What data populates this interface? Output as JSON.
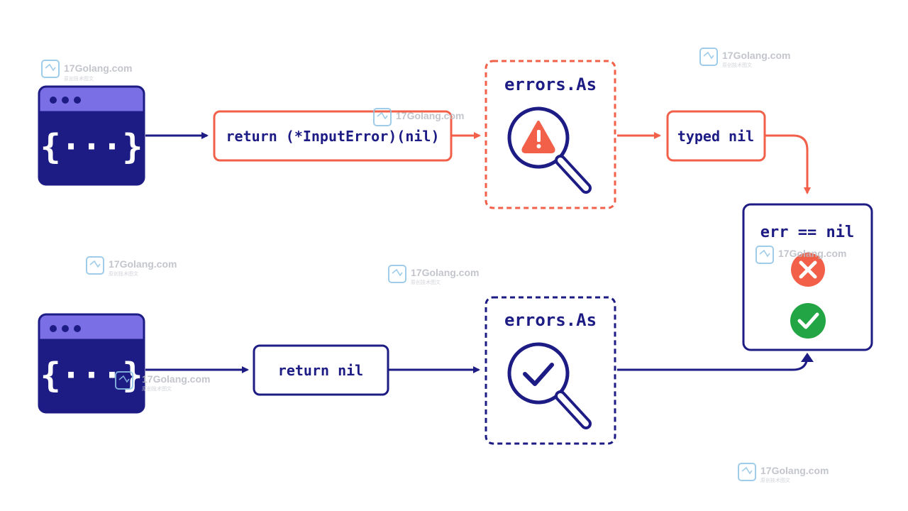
{
  "colors": {
    "navy": "#1d1b84",
    "navy_light": "#7b6fe6",
    "red": "#f2604a",
    "green": "#22a544",
    "watermark": "#8fc4e6",
    "watermark_text": "#b9bcc4"
  },
  "top_flow": {
    "source_icon": "code-window-icon",
    "source_glyph": "{···}",
    "return_label": "return (*InputError)(nil)",
    "check_title": "errors.As",
    "check_icon": "magnifier-warning-icon",
    "result_label": "typed nil"
  },
  "bottom_flow": {
    "source_icon": "code-window-icon",
    "source_glyph": "{···}",
    "return_label": "return nil",
    "check_title": "errors.As",
    "check_icon": "magnifier-check-icon"
  },
  "comparison": {
    "label": "err == nil",
    "fail_icon": "x-circle-icon",
    "pass_icon": "check-circle-icon"
  },
  "watermark": {
    "text": "17Golang.com",
    "subtext": "原创技术图文",
    "icon": "watermark-logo-icon"
  }
}
